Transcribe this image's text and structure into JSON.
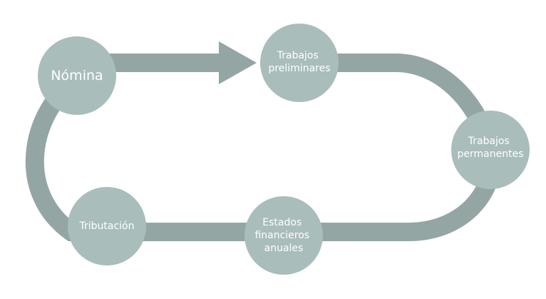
{
  "colors": {
    "track": "#93a6a4",
    "node": "#a9bdbb",
    "label": "#ffffff"
  },
  "nodes": [
    {
      "id": "nomina",
      "lines": [
        "Nómina"
      ]
    },
    {
      "id": "trabajos-preliminares",
      "lines": [
        "Trabajos",
        "preliminares"
      ]
    },
    {
      "id": "trabajos-permanentes",
      "lines": [
        "Trabajos",
        "permanentes"
      ]
    },
    {
      "id": "estados-financieros-anuales",
      "lines": [
        "Estados",
        "financieros",
        "anuales"
      ]
    },
    {
      "id": "tributacion",
      "lines": [
        "Tributación"
      ]
    }
  ]
}
